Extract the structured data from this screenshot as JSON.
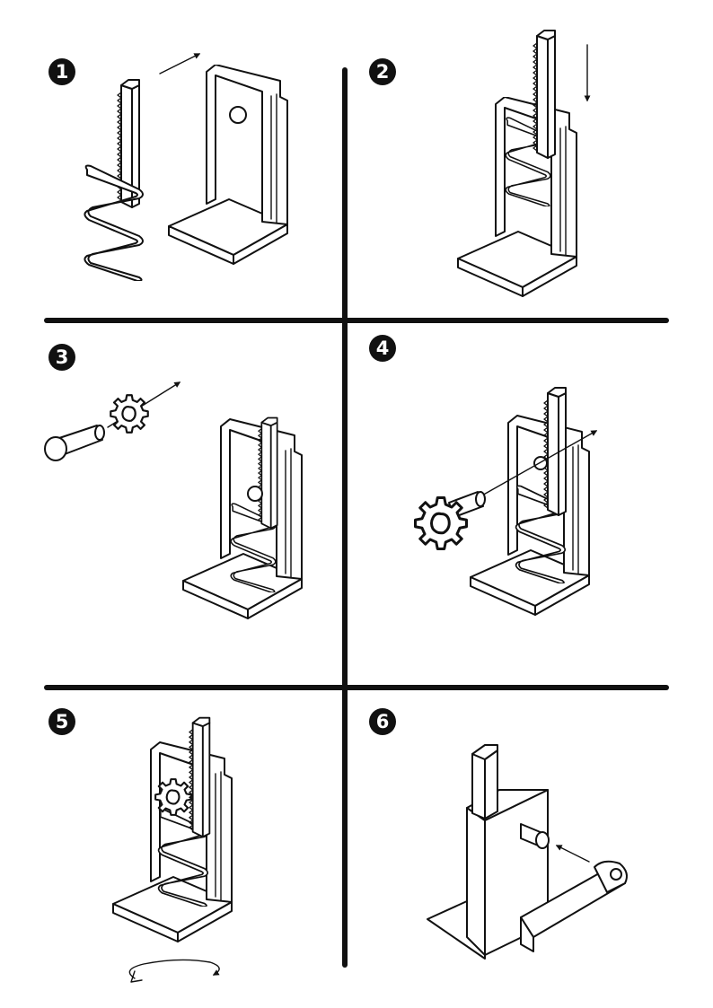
{
  "steps": [
    {
      "number": "1"
    },
    {
      "number": "2"
    },
    {
      "number": "3"
    },
    {
      "number": "4"
    },
    {
      "number": "5"
    },
    {
      "number": "6"
    }
  ],
  "colors": {
    "ink": "#111111",
    "paper": "#ffffff"
  }
}
